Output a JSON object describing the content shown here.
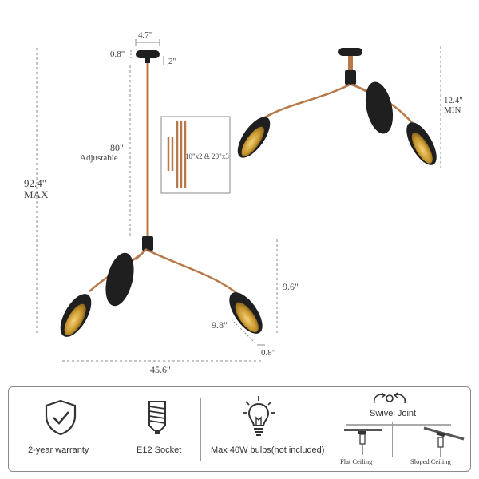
{
  "dimensions": {
    "canopy_width": "4.7\"",
    "canopy_height": "0.8\"",
    "canopy_drop": "2\"",
    "rod_length": "80\"",
    "rod_adjustable": "Adjustable",
    "total_height_value": "92.4\"",
    "total_height_max": "MAX",
    "rods_included": "10\"x2 & 20\"x3",
    "min_height_value": "12.4\"",
    "min_height_label": "MIN",
    "arm_height": "9.6\"",
    "shade_length": "9.8\"",
    "shade_width": "0.8\"",
    "total_width": "45.6\""
  },
  "colors": {
    "arm": "#b8794a",
    "shade": "#1f1f1f",
    "shade_inner": "#c9982e",
    "dimension_line": "#888888"
  },
  "features": {
    "warranty": {
      "icon": "shield-check-icon",
      "label": "2-year warranty"
    },
    "socket": {
      "icon": "e12-socket-icon",
      "label": "E12 Socket"
    },
    "bulbs": {
      "icon": "lightbulb-icon",
      "label": "Max 40W bulbs(not included)"
    },
    "swivel": {
      "icon": "swivel-arrows-icon",
      "title": "Swivel Joint",
      "flat": "Flat Ceiling",
      "sloped": "Sloped Ceiling"
    }
  }
}
